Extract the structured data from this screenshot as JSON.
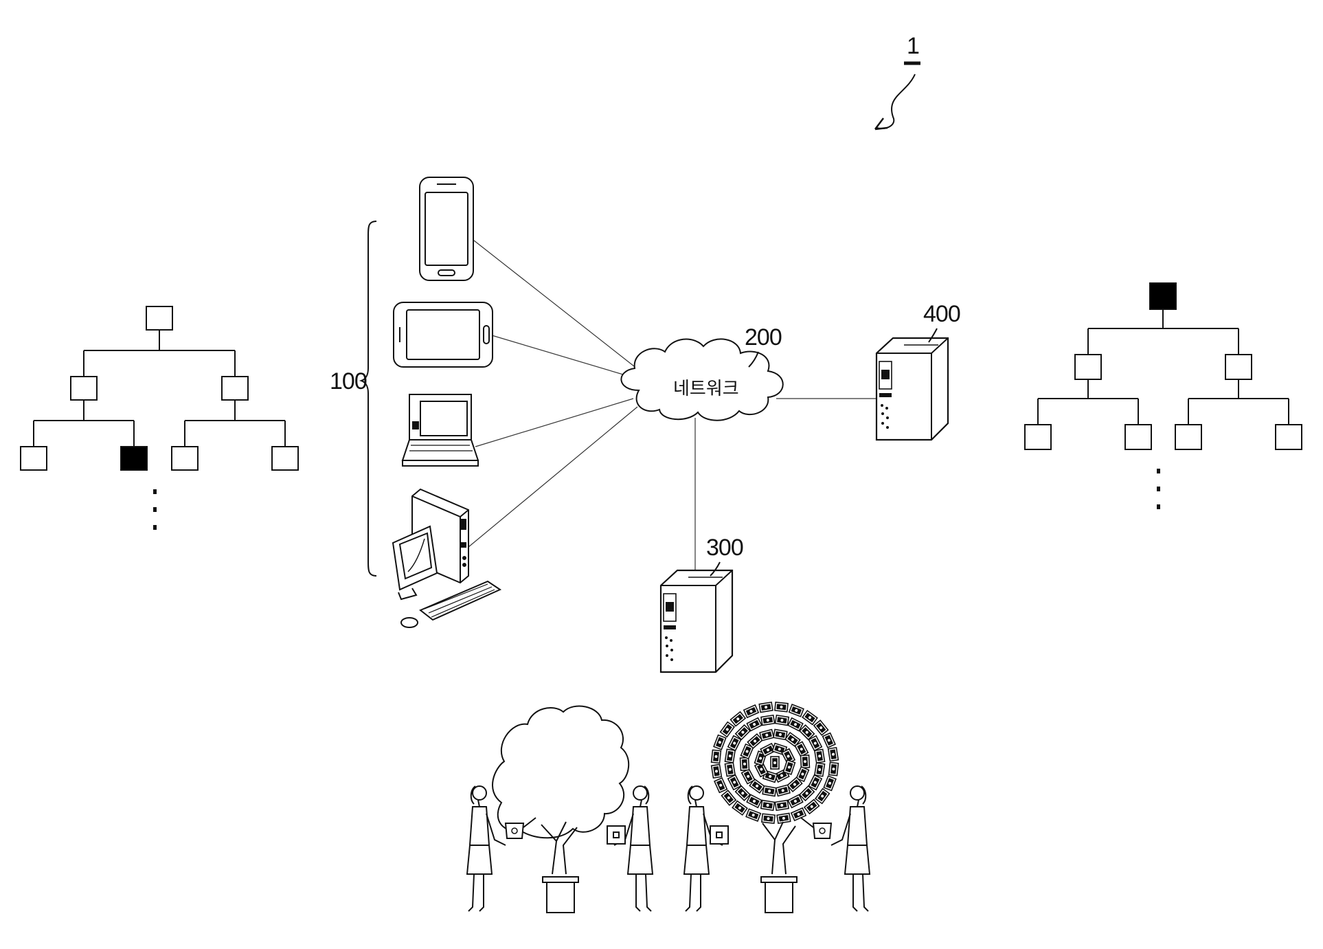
{
  "figure_label": "1",
  "client_group_label": "100",
  "network_label": "200",
  "network_text": "네트워크",
  "server_300_label": "300",
  "server_400_label": "400",
  "colors": {
    "line": "#111111",
    "highlight_node": "#000000",
    "background": "#ffffff"
  },
  "icons": [
    "smartphone-icon",
    "tablet-icon",
    "laptop-icon",
    "desktop-pc-icon",
    "cloud-network-icon",
    "server-icon",
    "tree-icon",
    "money-tree-icon",
    "person-watering-icon",
    "watering-can-icon",
    "money-bag-icon"
  ],
  "left_tree": {
    "levels": 3,
    "highlighted_leaf": 2,
    "continues": true
  },
  "right_tree": {
    "levels": 3,
    "highlighted_root": true,
    "continues": true
  }
}
